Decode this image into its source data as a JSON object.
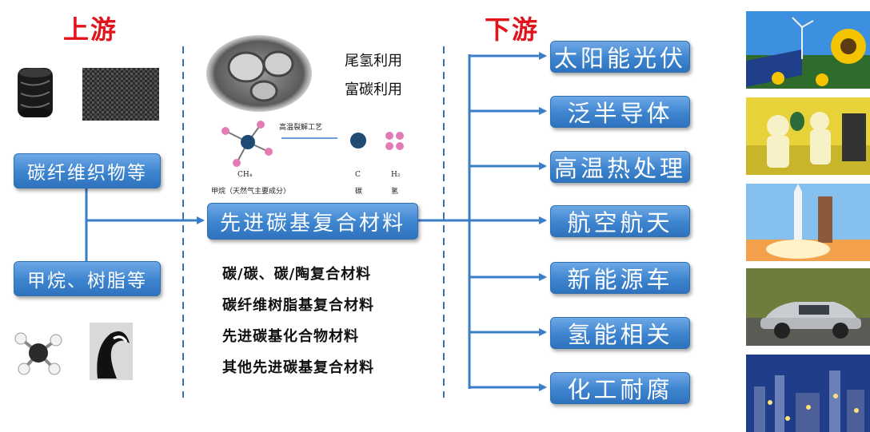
{
  "upstream_label": "上游",
  "downstream_label": "下游",
  "left_boxes": [
    "碳纤维织物等",
    "甲烷、树脂等"
  ],
  "center_box": "先进碳基复合材料",
  "top_notes": [
    "尾氢利用",
    "富碳利用"
  ],
  "reaction": {
    "process": "高温裂解工艺",
    "reactant_formula": "CH₄",
    "reactant_name": "甲烷（天然气主要成分）",
    "product1_formula": "C",
    "product1_name": "碳",
    "product2_formula": "H₂",
    "product2_name": "氢"
  },
  "material_list": [
    "碳/碳、碳/陶复合材料",
    "碳纤维树脂基复合材料",
    "先进碳基化合物材料",
    "其他先进碳基复合材料"
  ],
  "applications": [
    "太阳能光伏",
    "泛半导体",
    "高温热处理",
    "航空航天",
    "新能源车",
    "氢能相关",
    "化工耐腐"
  ],
  "colors": {
    "heading": "#e0141b",
    "box": "#3d84cf",
    "arrow": "#3b7ec8",
    "divider": "#3b6fb0"
  }
}
